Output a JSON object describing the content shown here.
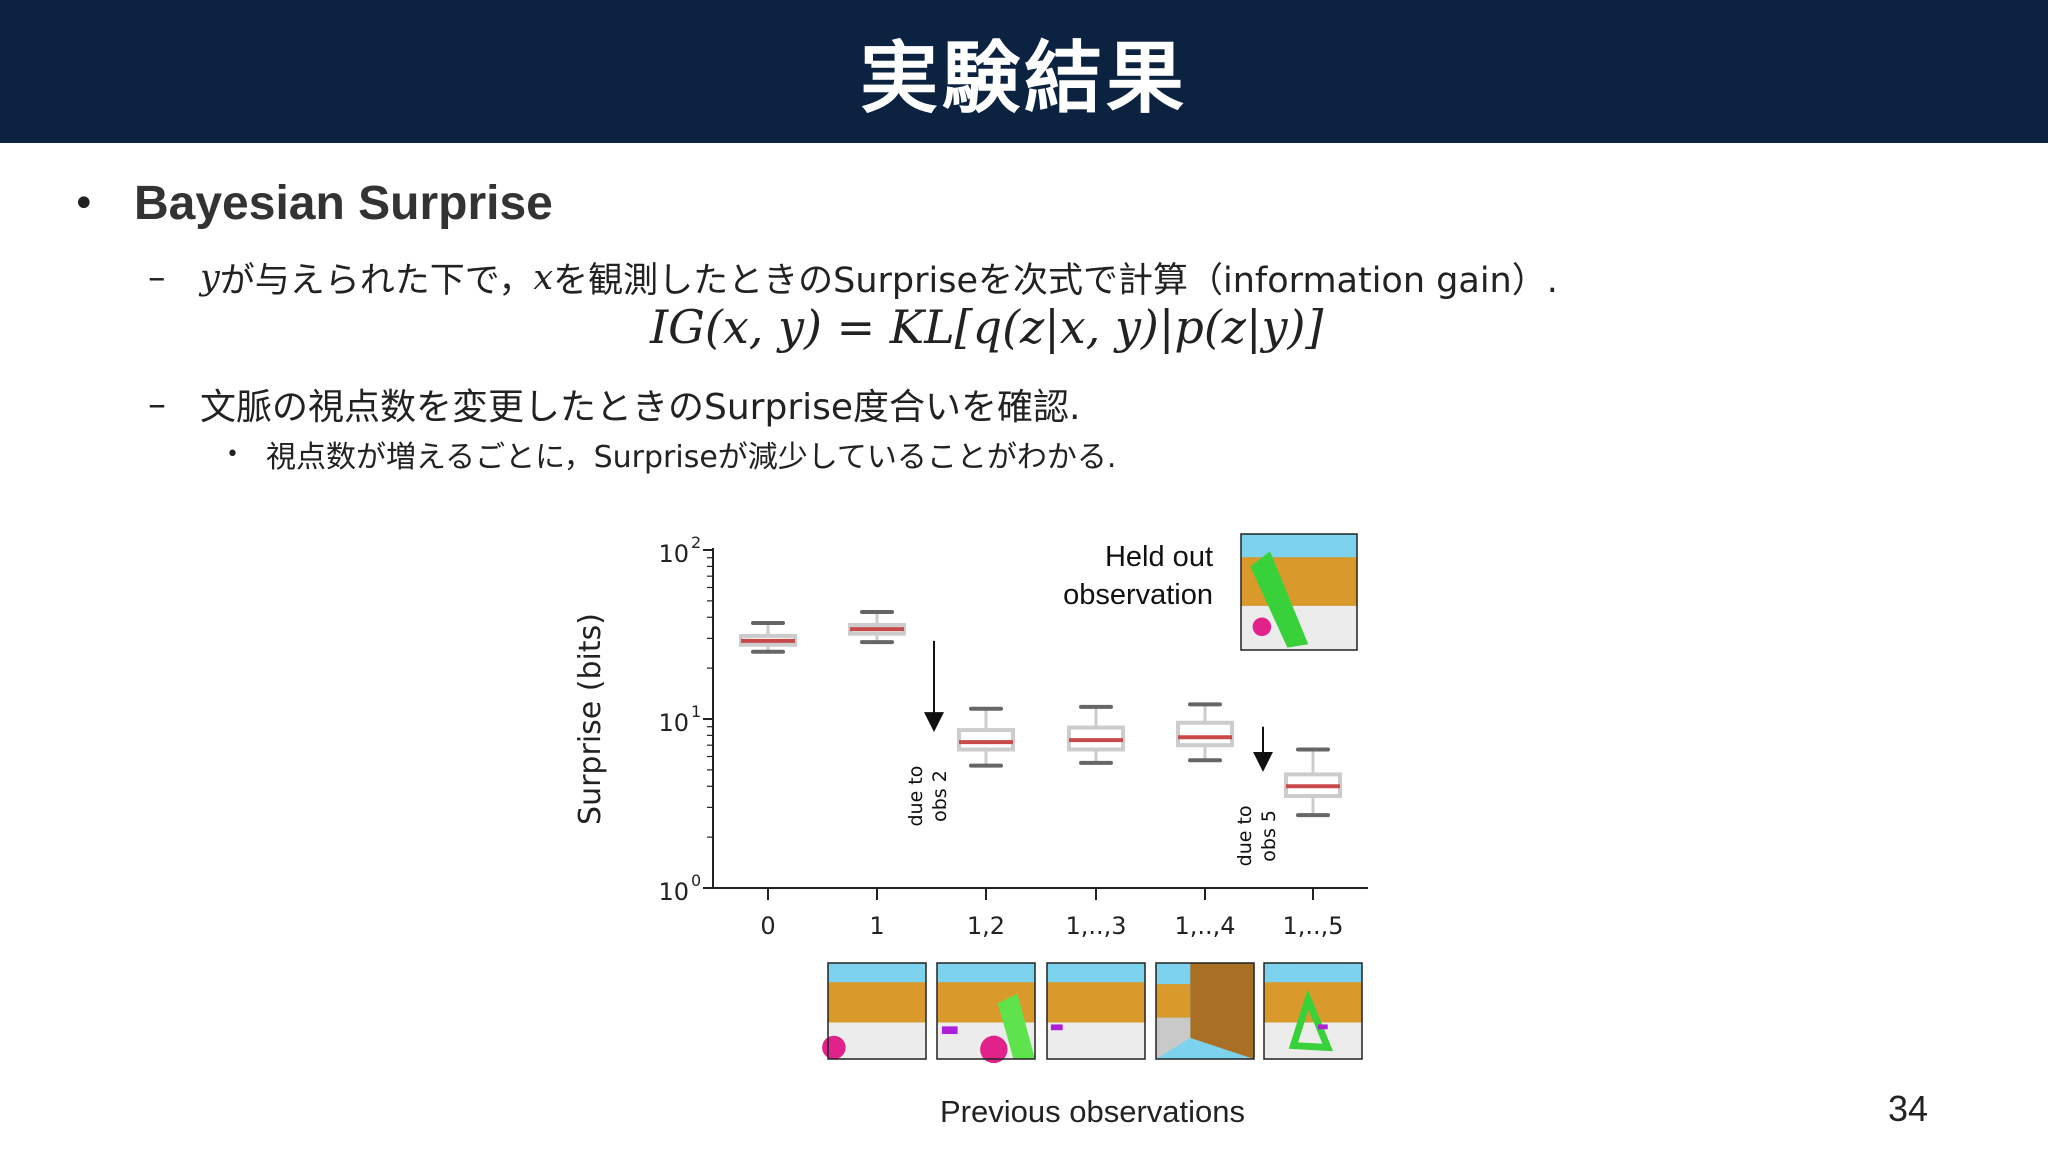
{
  "slide": {
    "title": "実験結果",
    "bullet": "Bayesian Surprise",
    "sub1_pre": "が与えられた下で，",
    "sub1_var_y": "y",
    "sub1_var_x": "x",
    "sub1_post": "を観測したときのSurpriseを次式で計算（information gain）.",
    "formula": "IG(x, y) = KL[q(z|x, y)|p(z|y)]",
    "sub2": "文脈の視点数を変更したときのSurprise度合いを確認.",
    "sub3": "視点数が増えるごとに，Surpriseが減少していることがわかる.",
    "page_number": "34"
  },
  "chart_data": {
    "type": "box",
    "ylabel": "Surprise (bits)",
    "xlabel": "Previous observations",
    "yscale": "log",
    "ylim": [
      1,
      100
    ],
    "yticks": [
      {
        "base": "10",
        "exp": "0",
        "value": 1
      },
      {
        "base": "10",
        "exp": "1",
        "value": 10
      },
      {
        "base": "10",
        "exp": "2",
        "value": 100
      }
    ],
    "categories": [
      "0",
      "1",
      "1,2",
      "1,..,3",
      "1,..,4",
      "1,..,5"
    ],
    "boxes": [
      {
        "median": 29,
        "q1": 27.5,
        "q3": 31,
        "whislo": 25,
        "whishi": 37
      },
      {
        "median": 34,
        "q1": 32,
        "q3": 36,
        "whislo": 28.5,
        "whishi": 43
      },
      {
        "median": 7.3,
        "q1": 6.6,
        "q3": 8.6,
        "whislo": 5.3,
        "whishi": 11.5
      },
      {
        "median": 7.5,
        "q1": 6.6,
        "q3": 8.9,
        "whislo": 5.5,
        "whishi": 11.8
      },
      {
        "median": 7.8,
        "q1": 7.0,
        "q3": 9.5,
        "whislo": 5.7,
        "whishi": 12.2
      },
      {
        "median": 4.0,
        "q1": 3.5,
        "q3": 4.7,
        "whislo": 2.7,
        "whishi": 6.6
      }
    ],
    "annotations": [
      {
        "line1": "due to",
        "line2": "obs 2",
        "from": 29,
        "to": 8.6
      },
      {
        "line1": "due to",
        "line2": "obs 5",
        "from": 9.0,
        "to": 5.0
      }
    ],
    "heldout_label_1": "Held out",
    "heldout_label_2": "observation",
    "colors": {
      "median": "#c8494a",
      "box": "#cccccc",
      "whisker": "#666666",
      "axis": "#222222"
    }
  }
}
